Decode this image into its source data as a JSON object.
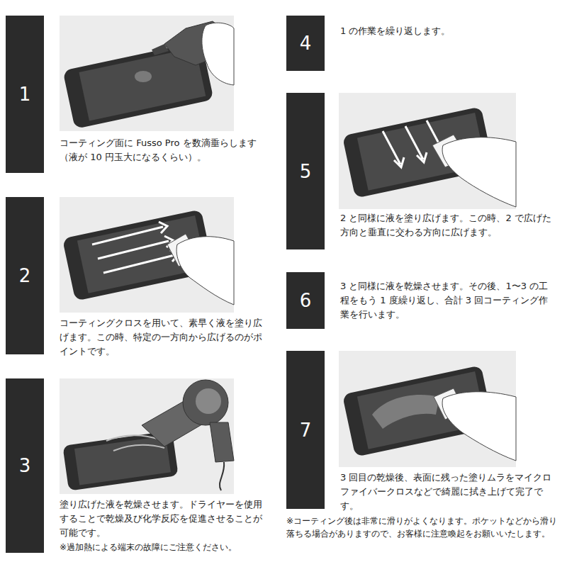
{
  "diagram": {
    "nodes": [
      {
        "text": [
          "1"
        ]
      },
      {
        "text": [
          "2"
        ]
      },
      {
        "text": [
          "3"
        ]
      },
      {
        "text": [
          "4"
        ]
      },
      {
        "text": [
          "5"
        ]
      },
      {
        "text": [
          "6"
        ]
      },
      {
        "text": [
          "7"
        ]
      }
    ],
    "labels": [
      "コーティング面に Fusso Pro を数滴垂らします（液が 10 円玉大になるくらい）。",
      "コーティングクロスを用いて、素早く液を塗り広げます。この時、特定の一方向から広げるのがポイントです。",
      "塗り広げた液を乾燥させます。ドライヤーを使用することで乾燥及び化学反応を促進させることが可能です。",
      "※過加熱による端末の故障にご注意ください。",
      "1 の作業を繰り返します。",
      "2 と同様に液を塗り広げます。この時、2 で広げた方向と垂直に交わる方向に広げます。",
      "3 と同様に液を乾燥させます。その後、1〜3 の工程をもう 1 度繰り返し、合計 3 回コーティング作業を行います。",
      "3 回目の乾燥後、表面に残った塗りムラをマイクロファイバークロスなどで綺麗に拭き上げて完了です。",
      "※コーティング後は非常に滑りがよくなります。ポケットなどから滑り落ちる場合がありますので、お客様に注意喚起をお願いいたします。"
    ]
  }
}
